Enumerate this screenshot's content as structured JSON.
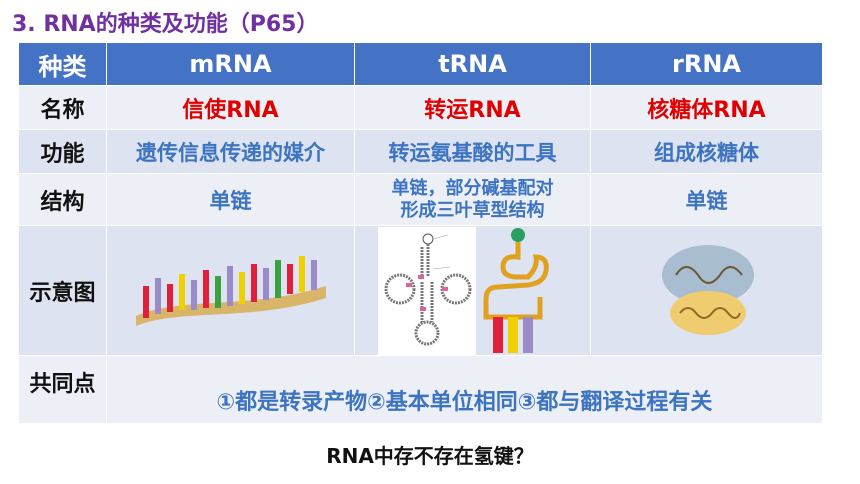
{
  "title": "3. RNA的种类及功能（P65）",
  "table": {
    "headers": [
      "种类",
      "mRNA",
      "tRNA",
      "rRNA"
    ],
    "rows": {
      "name": {
        "label": "名称",
        "mrna": "信使RNA",
        "trna": "转运RNA",
        "rrna": "核糖体RNA"
      },
      "function": {
        "label": "功能",
        "mrna": "遗传信息传递的媒介",
        "trna": "转运氨基酸的工具",
        "rrna": "组成核糖体"
      },
      "structure": {
        "label": "结构",
        "mrna": "单链",
        "trna_line1": "单链，部分碱基配对",
        "trna_line2": "形成三叶草型结构",
        "rrna": "单链"
      },
      "diagram": {
        "label": "示意图"
      },
      "common": {
        "label": "共同点",
        "text": "①都是转录产物②基本单位相同③都与翻译过程有关"
      }
    }
  },
  "question": "RNA中存不存在氢键？",
  "colors": {
    "header_bg": "#4472c4",
    "title": "#7030a0",
    "red": "#e00000",
    "blue": "#3d74c1"
  },
  "icons": [
    "mrna-strand-illustration",
    "trna-cloverleaf-diagram",
    "trna-lshape-illustration",
    "rrna-ribosome-illustration"
  ]
}
